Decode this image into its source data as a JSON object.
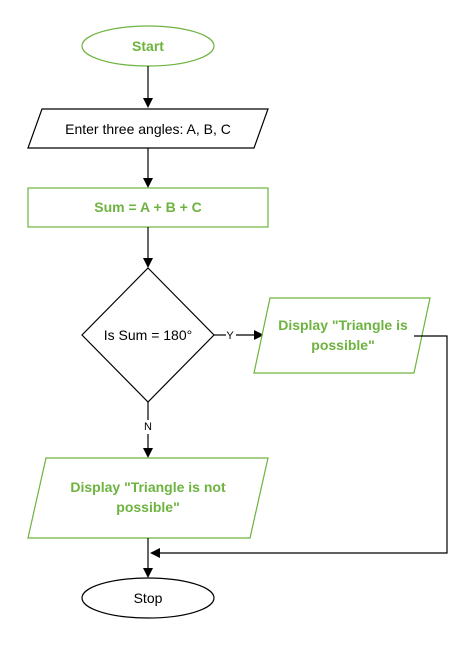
{
  "colors": {
    "accent": "#6db33f",
    "stroke": "#000000",
    "background": "#ffffff"
  },
  "nodes": {
    "start": {
      "label": "Start"
    },
    "input": {
      "label": "Enter three angles: A, B, C"
    },
    "sum": {
      "label": "Sum = A + B + C"
    },
    "decision": {
      "label": "Is Sum = 180°"
    },
    "possible": {
      "line1": "Display \"Triangle is",
      "line2": "possible\""
    },
    "not_possible": {
      "line1": "Display \"Triangle is not",
      "line2": "possible\""
    },
    "stop": {
      "label": "Stop"
    }
  },
  "edges": {
    "yes_label": "Y",
    "no_label": "N"
  }
}
